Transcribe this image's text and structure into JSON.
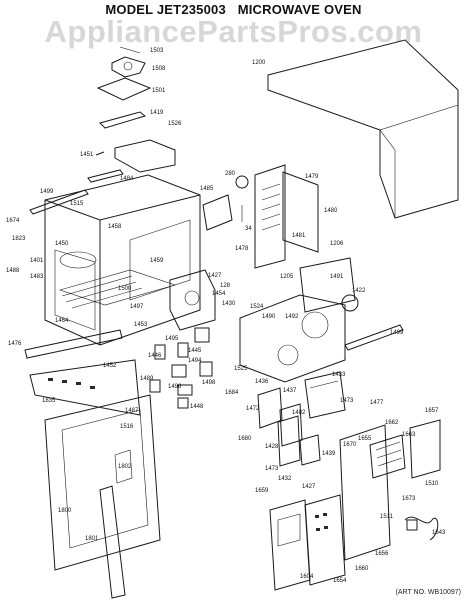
{
  "header": {
    "model": "MODEL JET235003",
    "product": "MICROWAVE OVEN"
  },
  "watermark": "AppliancePartsPros.com",
  "art_no": "(ART NO. WB10097)",
  "part_labels": {
    "p1503": "1503",
    "p1508": "1508",
    "p1501": "1501",
    "p1419": "1419",
    "p1526": "1526",
    "p1451": "1451",
    "p1200": "1200",
    "p1484": "1484",
    "p1485": "1485",
    "p280": "280",
    "p1479": "1479",
    "p1480": "1480",
    "p1499a": "1499",
    "p1515": "1515",
    "p1674": "1674",
    "p1823": "1823",
    "p1450": "1450",
    "p1458": "1458",
    "p34": "34",
    "p1481": "1481",
    "p1206": "1206",
    "p1478": "1478",
    "p1401": "1401",
    "p1488": "1488",
    "p1483": "1483",
    "p1459": "1459",
    "p1427": "1427",
    "p128": "128",
    "p1205": "1205",
    "p1491": "1491",
    "p1422": "1422",
    "p1500": "1500",
    "p1454": "1454",
    "p1430": "1430",
    "p1524": "1524",
    "p1497": "1497",
    "p1490": "1490",
    "p1492": "1492",
    "p1464": "1464",
    "p1453": "1453",
    "p1499b": "1499",
    "p1476": "1476",
    "p1446": "1446",
    "p1495": "1495",
    "p1445": "1445",
    "p1494": "1494",
    "p1525": "1525",
    "p1452": "1452",
    "p1489": "1489",
    "p1496": "1496",
    "p1498": "1498",
    "p1436": "1436",
    "p1433": "1433",
    "p1437": "1437",
    "p1684": "1684",
    "p1835": "1835",
    "p1487": "1487",
    "p1448": "1448",
    "p1472": "1472",
    "p1516": "1516",
    "p1482": "1482",
    "p1473a": "1473",
    "p1477": "1477",
    "p1662": "1662",
    "p1657": "1657",
    "p1663": "1663",
    "p1680": "1680",
    "p1428": "1428",
    "p1670": "1670",
    "p1655": "1655",
    "p1802": "1802",
    "p1439": "1439",
    "p1473b": "1473",
    "p1432": "1432",
    "p1427b": "1427",
    "p1510": "1510",
    "p1659": "1659",
    "p1673": "1673",
    "p1800": "1800",
    "p1511": "1511",
    "p1643": "1643",
    "p1801": "1801",
    "p1656": "1656",
    "p1604": "1604",
    "p1654": "1654",
    "p1660": "1660"
  }
}
